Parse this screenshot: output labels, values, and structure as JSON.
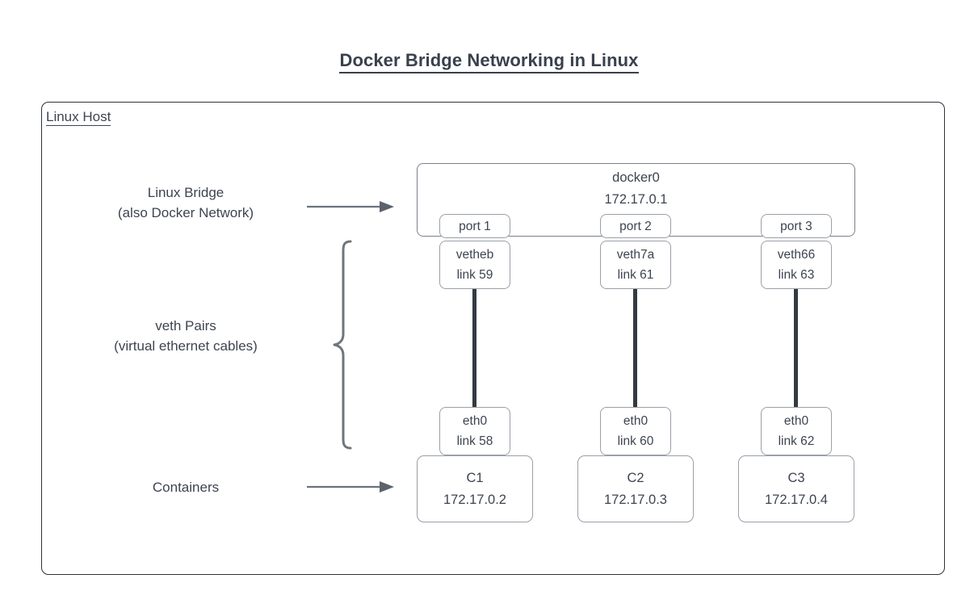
{
  "title": "Docker Bridge Networking in Linux",
  "host": {
    "label": "Linux Host"
  },
  "bridge": {
    "name": "docker0",
    "ip": "172.17.0.1"
  },
  "annotations": {
    "bridge_line1": "Linux Bridge",
    "bridge_line2": "(also Docker Network)",
    "veth_line1": "veth Pairs",
    "veth_line2": "(virtual ethernet cables)",
    "containers": "Containers"
  },
  "columns": [
    {
      "port": "port 1",
      "veth_name": "vetheb",
      "veth_link": "link 59",
      "eth_name": "eth0",
      "eth_link": "link 58",
      "container_name": "C1",
      "container_ip": "172.17.0.2"
    },
    {
      "port": "port 2",
      "veth_name": "veth7a",
      "veth_link": "link 61",
      "eth_name": "eth0",
      "eth_link": "link 60",
      "container_name": "C2",
      "container_ip": "172.17.0.3"
    },
    {
      "port": "port 3",
      "veth_name": "veth66",
      "veth_link": "link 63",
      "eth_name": "eth0",
      "eth_link": "link 62",
      "container_name": "C3",
      "container_ip": "172.17.0.4"
    }
  ],
  "colors": {
    "text": "#3d4450",
    "title": "#39414d",
    "host_border": "#2d333c",
    "node_border": "#9aa0a8",
    "cable": "#333a40",
    "arrow": "#6b7280",
    "brace": "#6f757d",
    "background": "#ffffff"
  }
}
